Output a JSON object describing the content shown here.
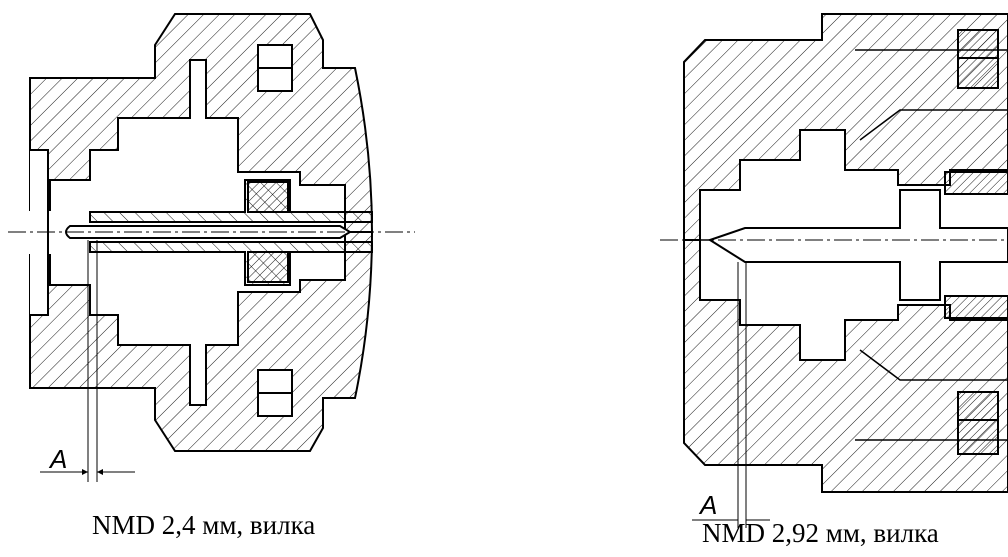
{
  "left": {
    "caption": "NMD 2,4 мм, вилка",
    "dim_label": "A"
  },
  "right": {
    "caption": "NMD 2,92 мм, вилка",
    "dim_label": "A"
  }
}
